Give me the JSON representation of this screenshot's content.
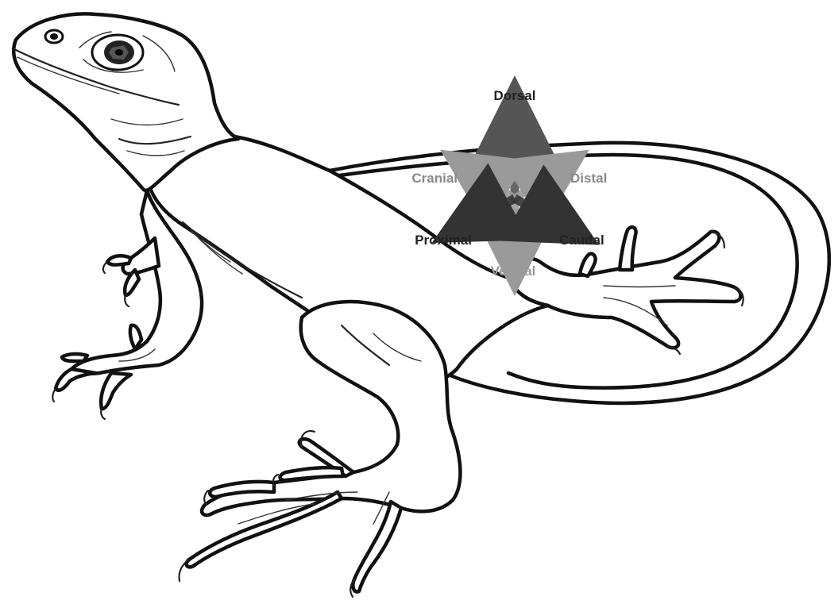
{
  "diagram": {
    "labels": {
      "dorsal": "Dorsal",
      "ventral": "Ventral",
      "cranial": "Cranial",
      "caudal": "Caudal",
      "proximal": "Proximal",
      "distal": "Distal"
    },
    "colors": {
      "dorsal": "#555555",
      "ventral": "#9a9a9a",
      "cranial": "#9a9a9a",
      "caudal": "#333333",
      "proximal": "#333333",
      "distal": "#9a9a9a",
      "outline": "#111111",
      "background": "#ffffff"
    }
  }
}
